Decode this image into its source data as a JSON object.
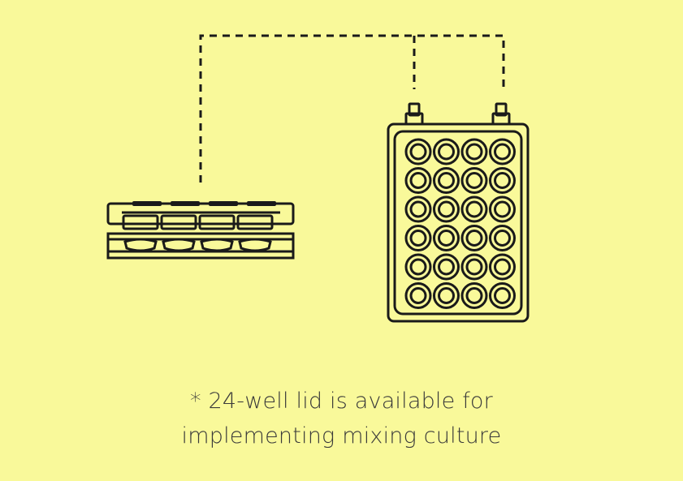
{
  "background_color": "#f9f99a",
  "line_color": "#1a1a1a",
  "text_color": "#3a3a3a",
  "caption": {
    "line1": "* 24-well lid is available for",
    "line2": "implementing mixing culture"
  },
  "well_plate": {
    "rows": 6,
    "columns": 4
  },
  "side_plate": {
    "wells_visible": 4
  }
}
